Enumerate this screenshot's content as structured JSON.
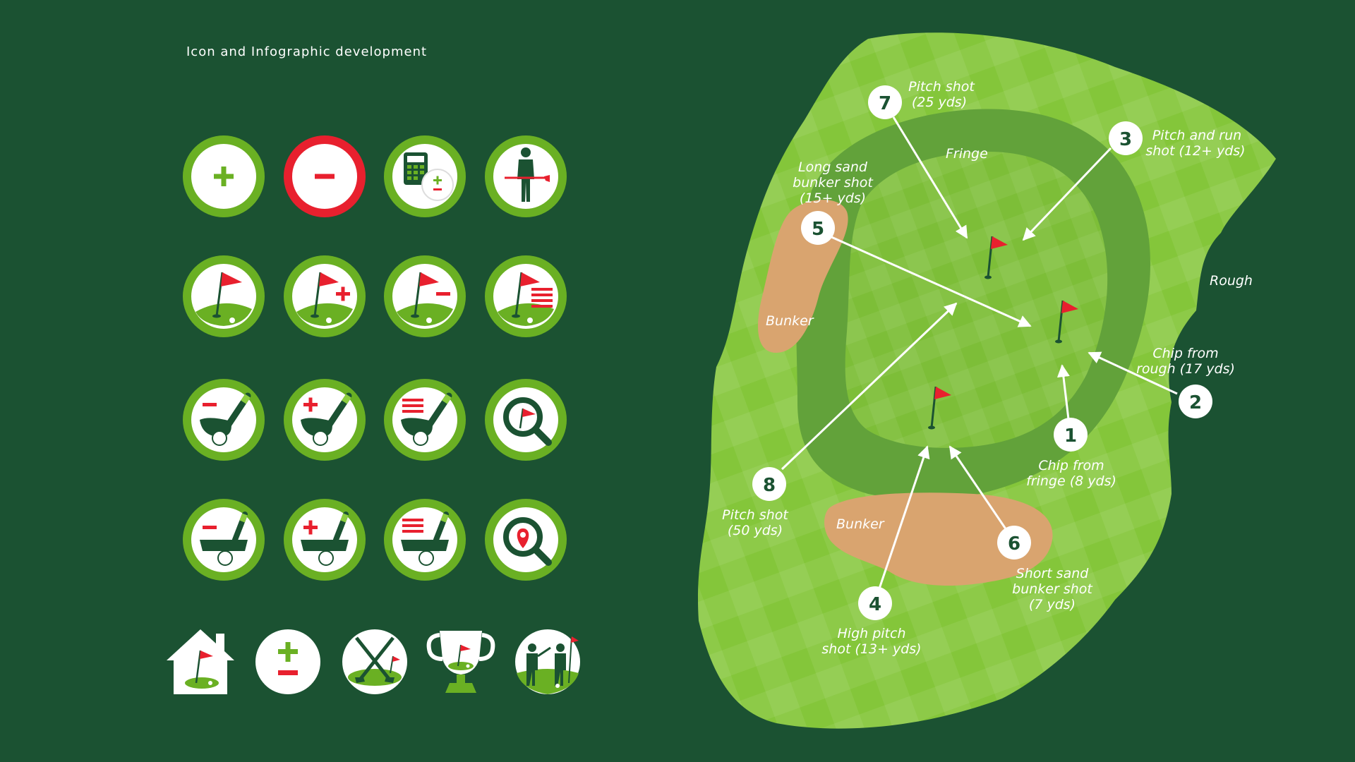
{
  "page": {
    "title": "Icon and Infographic development"
  },
  "colors": {
    "background": "#1b5232",
    "icon_ring": "#6ab023",
    "alert_red": "#e8202e",
    "fairway_light": "#8ccd3f",
    "fairway_dark": "#7cbd35",
    "fringe": "#62a23a",
    "sand": "#d9a46f",
    "white": "#ffffff"
  },
  "icon_grid": [
    [
      "plus-icon",
      "minus-icon",
      "calculator-plus-minus-icon",
      "golfer-holding-club-icon"
    ],
    [
      "green-flag-icon",
      "green-flag-plus-icon",
      "green-flag-minus-icon",
      "green-flag-list-icon"
    ],
    [
      "iron-minus-icon",
      "iron-plus-icon",
      "iron-list-icon",
      "search-flag-icon"
    ],
    [
      "putter-minus-icon",
      "putter-plus-icon",
      "putter-list-icon",
      "search-location-icon"
    ]
  ],
  "icon_row_bottom": [
    "home-green-icon",
    "plus-minus-icon",
    "crossed-clubs-icon",
    "trophy-icon",
    "two-golfers-icon"
  ],
  "map": {
    "areas": {
      "fringe": "Fringe",
      "rough": "Rough",
      "bunker_left": "Bunker",
      "bunker_bottom": "Bunker"
    },
    "shots": [
      {
        "number": "1",
        "line1": "Chip from",
        "line2": "fringe (8 yds)",
        "line3": ""
      },
      {
        "number": "2",
        "line1": "Chip from",
        "line2": "rough (17 yds)",
        "line3": ""
      },
      {
        "number": "3",
        "line1": "Pitch and run",
        "line2": "shot (12+ yds)",
        "line3": ""
      },
      {
        "number": "4",
        "line1": "High pitch",
        "line2": "shot (13+ yds)",
        "line3": ""
      },
      {
        "number": "5",
        "line1": "Long sand",
        "line2": "bunker shot",
        "line3": "(15+ yds)"
      },
      {
        "number": "6",
        "line1": "Short sand",
        "line2": "bunker shot",
        "line3": "(7 yds)"
      },
      {
        "number": "7",
        "line1": "Pitch shot",
        "line2": "(25 yds)",
        "line3": ""
      },
      {
        "number": "8",
        "line1": "Pitch shot",
        "line2": "(50 yds)",
        "line3": ""
      }
    ]
  }
}
